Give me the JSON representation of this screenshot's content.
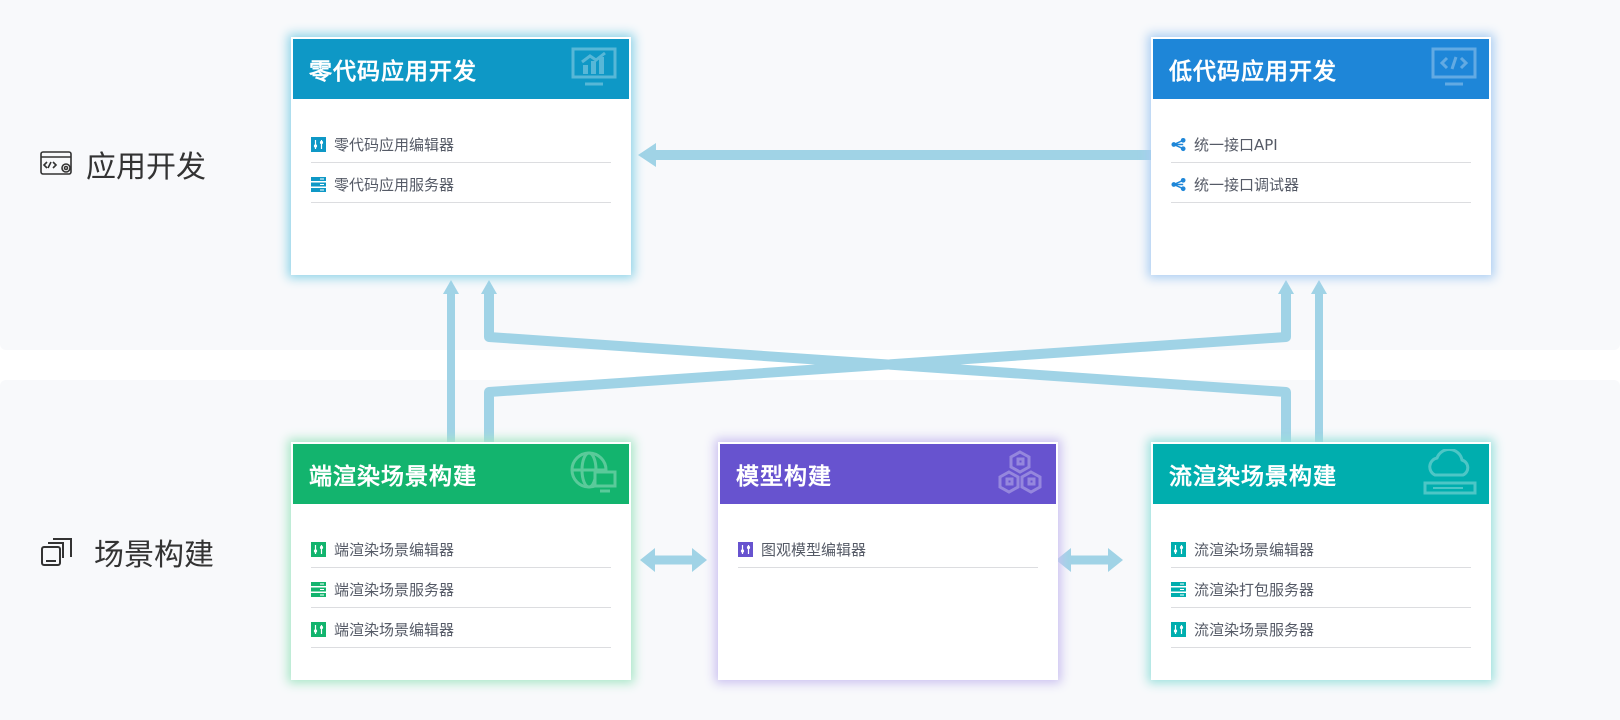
{
  "sections": [
    {
      "label": "应用开发",
      "icon": "code-window-gear-icon"
    },
    {
      "label": "场景构建",
      "icon": "stacked-windows-icon"
    }
  ],
  "cards": {
    "zero_code": {
      "title": "零代码应用开发",
      "color": "#0e98c6",
      "icon": "monitor-chart-icon",
      "items": [
        {
          "label": "零代码应用编辑器",
          "icon": "sliders-icon"
        },
        {
          "label": "零代码应用服务器",
          "icon": "server-icon"
        }
      ]
    },
    "low_code": {
      "title": "低代码应用开发",
      "color": "#1e86d8",
      "icon": "monitor-code-icon",
      "items": [
        {
          "label": "统一接口API",
          "icon": "share-nodes-icon"
        },
        {
          "label": "统一接口调试器",
          "icon": "share-nodes-icon"
        }
      ]
    },
    "client_render": {
      "title": "端渲染场景构建",
      "color": "#13b46e",
      "icon": "globe-monitor-icon",
      "items": [
        {
          "label": "端渲染场景编辑器",
          "icon": "sliders-icon"
        },
        {
          "label": "端渲染场景服务器",
          "icon": "server-icon"
        },
        {
          "label": "端渲染场景编辑器",
          "icon": "sliders-icon"
        }
      ]
    },
    "model": {
      "title": "模型构建",
      "color": "#6753cf",
      "icon": "cubes-icon",
      "items": [
        {
          "label": "图观模型编辑器",
          "icon": "sliders-icon"
        }
      ]
    },
    "stream_render": {
      "title": "流渲染场景构建",
      "color": "#00aeae",
      "icon": "cloud-server-icon",
      "items": [
        {
          "label": "流渲染场景编辑器",
          "icon": "sliders-icon"
        },
        {
          "label": "流渲染打包服务器",
          "icon": "server-icon"
        },
        {
          "label": "流渲染场景服务器",
          "icon": "sliders-icon"
        }
      ]
    }
  },
  "arrow_color": "#a0d3e6"
}
